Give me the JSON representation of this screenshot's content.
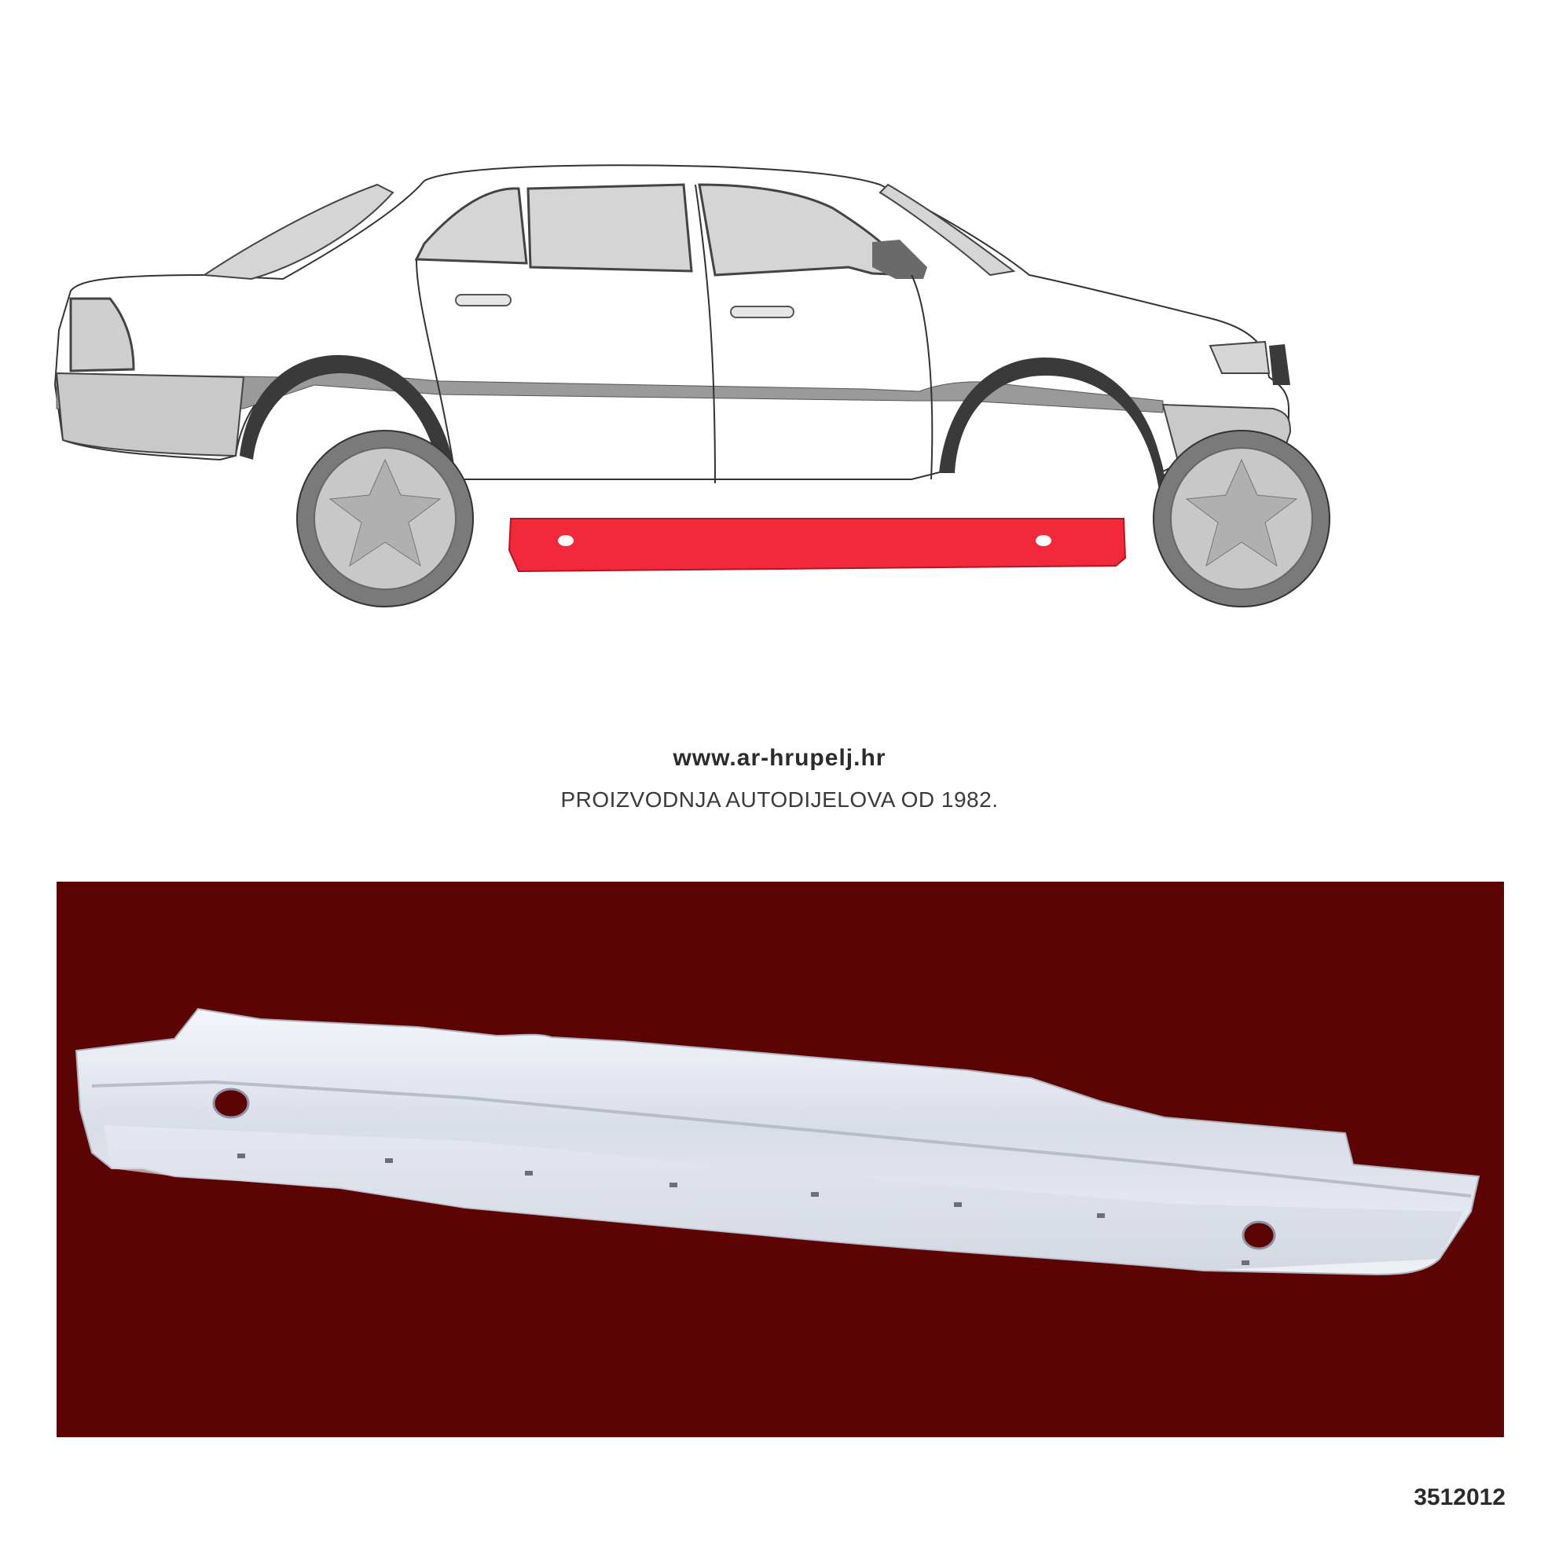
{
  "website": "www.ar-hrupelj.hr",
  "tagline": "PROIZVODNJA AUTODIJELOVA OD 1982.",
  "part_number": "3512012",
  "colors": {
    "highlight_part": "#f2293a",
    "photo_background": "#5c0303",
    "car_body": "#ffffff",
    "car_trim": "#9a9a9a",
    "wheel": "#c8c8c8"
  },
  "illustration": {
    "subject": "sedan-side-view",
    "highlighted_part": "sill"
  }
}
